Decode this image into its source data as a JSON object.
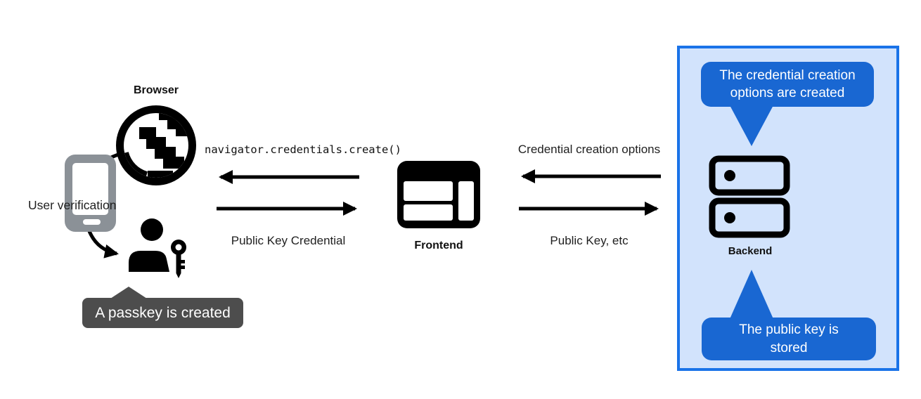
{
  "diagram": {
    "title_context": "Passkey registration flow",
    "nodes": {
      "browser_label": "Browser",
      "user_verification_label": "User verification",
      "frontend_label": "Frontend",
      "backend_label": "Backend"
    },
    "messages": {
      "create_call": "navigator.credentials.create()",
      "public_key_credential": "Public Key Credential",
      "credential_creation_options": "Credential creation options",
      "public_key_etc": "Public Key, etc"
    },
    "callouts": {
      "passkey_created": "A passkey is created",
      "options_created": "The credential creation options are created",
      "public_key_stored": "The public key is stored"
    },
    "icons": {
      "browser": "globe-icon",
      "device": "smartphone-icon",
      "user": "person-with-key-icon",
      "frontend": "browser-window-icon",
      "backend": "server-stack-icon"
    },
    "colors": {
      "box_border": "#1a73e8",
      "box_fill": "#d2e3fc",
      "bubble_blue": "#1967d2",
      "callout_gray": "#4d4d4d",
      "device_gray": "#8b9197",
      "ink": "#000000"
    }
  }
}
